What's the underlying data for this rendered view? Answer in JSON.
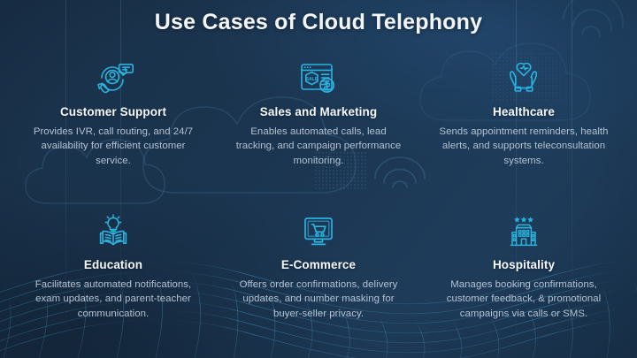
{
  "slide": {
    "title": "Use Cases of Cloud Telephony",
    "theme": {
      "accent": "#2bb3e0",
      "accent_dark": "#1f8fc0",
      "background_dark": "#18304a",
      "background_light": "#1e3c5a",
      "title_color": "#f2f6fa",
      "heading_color": "#f4f8fc",
      "body_color": "#b4c2d2"
    },
    "cards": [
      {
        "icon": "customer-support-headset-icon",
        "title": "Customer Support",
        "desc": "Provides IVR, call routing, and 24/7 availability for efficient customer service."
      },
      {
        "icon": "sales-browser-sale-tag-icon",
        "title": "Sales and Marketing",
        "desc": "Enables automated calls, lead tracking, and campaign performance monitoring."
      },
      {
        "icon": "healthcare-hands-heart-icon",
        "title": "Healthcare",
        "desc": "Sends appointment reminders, health alerts, and supports teleconsultation systems."
      },
      {
        "icon": "education-book-lightbulb-icon",
        "title": "Education",
        "desc": "Facilitates automated notifications, exam updates, and parent-teacher communication."
      },
      {
        "icon": "ecommerce-monitor-cart-icon",
        "title": "E-Commerce",
        "desc": "Offers order confirmations, delivery updates, and number masking for buyer-seller privacy."
      },
      {
        "icon": "hospitality-hotel-stars-icon",
        "title": "Hospitality",
        "desc": "Manages booking confirmations, customer feedback, & promotional campaigns via calls or SMS."
      }
    ],
    "decorations": [
      "cloud-outline-watermark",
      "wifi-signal-arcs",
      "wireframe-mesh-wave",
      "dotted-halftone-panel"
    ]
  }
}
